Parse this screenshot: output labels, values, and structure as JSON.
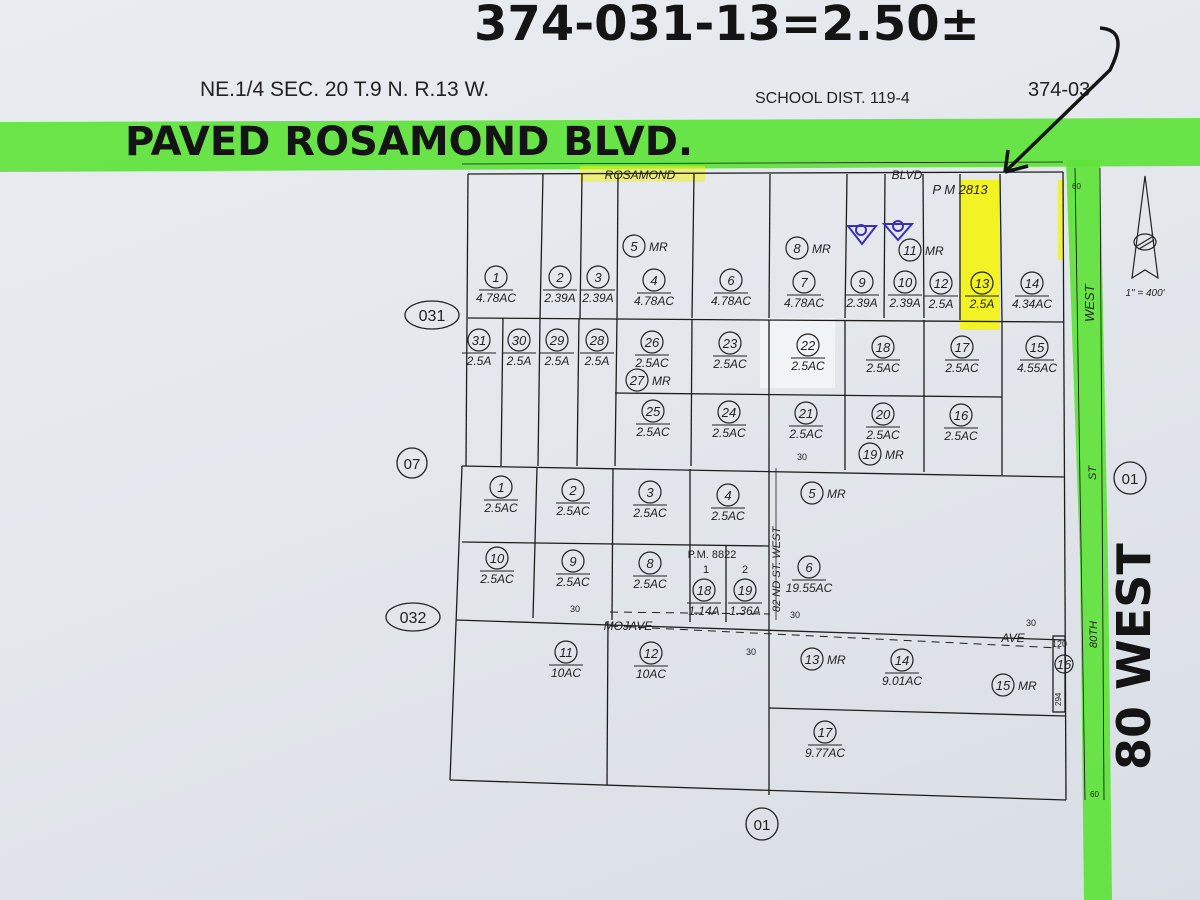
{
  "handwritten": {
    "apn_note": "374-031-13=2.50±",
    "road_top": "PAVED ROSAMOND BLVD.",
    "road_right": "80 WEST"
  },
  "header": {
    "section": "NE.1/4 SEC. 20 T.9 N. R.13 W.",
    "school_district": "SCHOOL DIST. 119-4",
    "page_number": "374-03"
  },
  "map_book_labels": {
    "block_031": "031",
    "block_07": "07",
    "block_032": "032",
    "adjacent_bottom": "01",
    "adjacent_right": "01"
  },
  "streets": {
    "rosamond": "ROSAMOND",
    "blvd": "BLVD",
    "eighty_second": "82 ND ST. WEST",
    "mojave": "MOJAVE",
    "ave": "AVE",
    "west": "WEST",
    "st": "ST",
    "eightieth": "80TH"
  },
  "annotations": {
    "parcel_map_top": "P M 2813",
    "parcel_map_lower": "P.M. 8822",
    "pm_lot_1": "1",
    "pm_lot_2": "2",
    "scale": "1\" = 400'",
    "dim_30": "30",
    "dim_60": "60",
    "dim_120": "120",
    "dim_294": "294"
  },
  "highlight": {
    "parcel": "13",
    "color": "#f2f21a"
  },
  "colors": {
    "green_highlighter": "#5ee33a",
    "yellow_highlighter": "#f2f21a",
    "ink": "#141414",
    "blue_ink": "#3a2fb8"
  },
  "parcels_block_031": [
    {
      "num": "1",
      "area": "4.78AC"
    },
    {
      "num": "2",
      "area": "2.39A"
    },
    {
      "num": "3",
      "area": "2.39A"
    },
    {
      "num": "4",
      "area": "4.78AC"
    },
    {
      "num": "5",
      "area": "MR"
    },
    {
      "num": "6",
      "area": "4.78AC"
    },
    {
      "num": "7",
      "area": "4.78AC"
    },
    {
      "num": "8",
      "area": "MR"
    },
    {
      "num": "9",
      "area": "2.39A"
    },
    {
      "num": "10",
      "area": "2.39A"
    },
    {
      "num": "11",
      "area": "MR"
    },
    {
      "num": "12",
      "area": "2.5A"
    },
    {
      "num": "13",
      "area": "2.5A"
    },
    {
      "num": "14",
      "area": "4.34AC"
    },
    {
      "num": "31",
      "area": "2.5A"
    },
    {
      "num": "30",
      "area": "2.5A"
    },
    {
      "num": "29",
      "area": "2.5A"
    },
    {
      "num": "28",
      "area": "2.5A"
    },
    {
      "num": "26",
      "area": "2.5AC"
    },
    {
      "num": "27",
      "area": "MR"
    },
    {
      "num": "23",
      "area": "2.5AC"
    },
    {
      "num": "22",
      "area": "2.5AC"
    },
    {
      "num": "18",
      "area": "2.5AC"
    },
    {
      "num": "17",
      "area": "2.5AC"
    },
    {
      "num": "15",
      "area": "4.55AC"
    },
    {
      "num": "25",
      "area": "2.5AC"
    },
    {
      "num": "24",
      "area": "2.5AC"
    },
    {
      "num": "21",
      "area": "2.5AC"
    },
    {
      "num": "20",
      "area": "2.5AC"
    },
    {
      "num": "19",
      "area": "MR"
    },
    {
      "num": "16",
      "area": "2.5AC"
    }
  ],
  "parcels_block_032": [
    {
      "num": "1",
      "area": "2.5AC"
    },
    {
      "num": "2",
      "area": "2.5AC"
    },
    {
      "num": "3",
      "area": "2.5AC"
    },
    {
      "num": "4",
      "area": "2.5AC"
    },
    {
      "num": "5",
      "area": "MR"
    },
    {
      "num": "10",
      "area": "2.5AC"
    },
    {
      "num": "9",
      "area": "2.5AC"
    },
    {
      "num": "8",
      "area": "2.5AC"
    },
    {
      "num": "18",
      "area": "1.14A"
    },
    {
      "num": "19",
      "area": "1.36A"
    },
    {
      "num": "6",
      "area": "19.55AC"
    },
    {
      "num": "11",
      "area": "10AC"
    },
    {
      "num": "12",
      "area": "10AC"
    },
    {
      "num": "13",
      "area": "MR"
    },
    {
      "num": "14",
      "area": "9.01AC"
    },
    {
      "num": "15",
      "area": "MR"
    },
    {
      "num": "16",
      "area": ""
    },
    {
      "num": "17",
      "area": "9.77AC"
    }
  ]
}
